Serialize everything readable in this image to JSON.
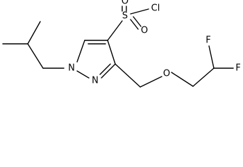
{
  "atoms": {
    "n1": "N",
    "n2": "N",
    "o_ether": "O",
    "s": "S",
    "o_sulfonyl_1": "O",
    "o_sulfonyl_2": "O",
    "cl": "Cl",
    "f_1": "F",
    "f_2": "F"
  }
}
